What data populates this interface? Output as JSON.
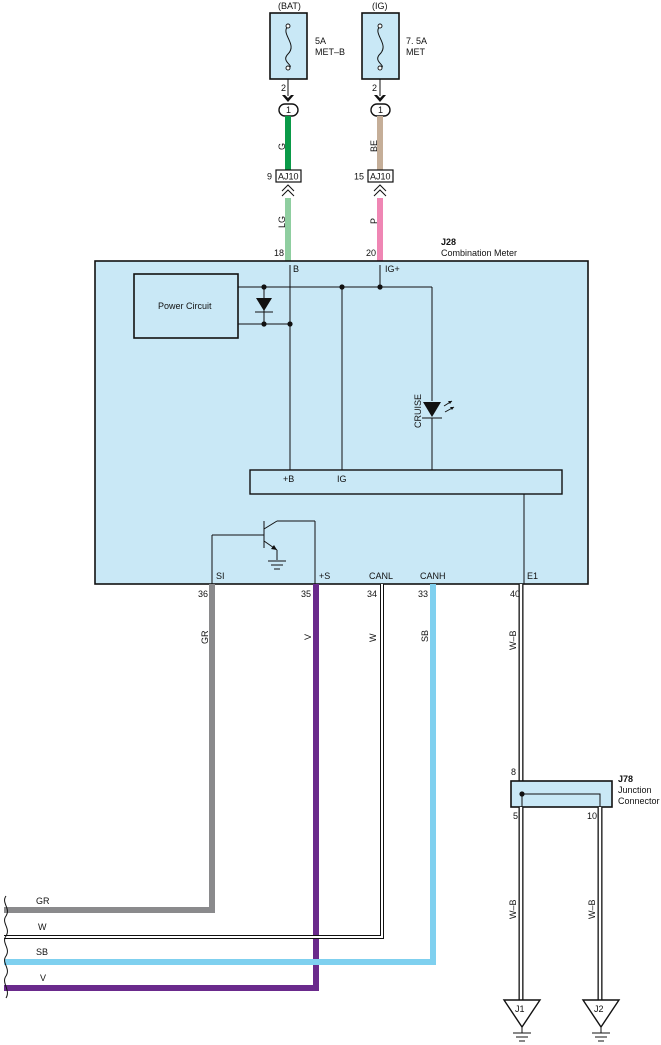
{
  "fuses": [
    {
      "source": "(BAT)",
      "rating": "5A",
      "name": "MET–B",
      "pin": "2",
      "conn_pin": "1"
    },
    {
      "source": "(IG)",
      "rating": "7. 5A",
      "name": "MET",
      "pin": "2",
      "conn_pin": "1"
    }
  ],
  "upper_wires": [
    {
      "color_code": "G",
      "color": "#0a9a48"
    },
    {
      "color_code": "BE",
      "color": "#c5ae98"
    }
  ],
  "junction_aj10": {
    "label": "AJ10",
    "left_pin": "9",
    "right_pin": "15"
  },
  "meter_wires": [
    {
      "color_code": "LG",
      "color": "#8fcea0",
      "pin": "18",
      "terminal": "B"
    },
    {
      "color_code": "P",
      "color": "#ef86b4",
      "pin": "20",
      "terminal": "IG+"
    }
  ],
  "meter": {
    "id": "J28",
    "name": "Combination Meter",
    "power_circuit": "Power Circuit",
    "indicator": "CRUISE",
    "ic_plus_b": "+B",
    "ic_ig": "IG",
    "fill_color": "#c9e8f6"
  },
  "bottom_terminals": [
    {
      "terminal": "SI",
      "pin": "36",
      "color_code": "GR",
      "color": "#8a8a8c"
    },
    {
      "terminal": "+S",
      "pin": "35",
      "color_code": "V",
      "color": "#6a2a8c"
    },
    {
      "terminal": "CANL",
      "pin": "34",
      "color_code": "W",
      "color": "#ffffff"
    },
    {
      "terminal": "CANH",
      "pin": "33",
      "color_code": "SB",
      "color": "#7fd0ef"
    },
    {
      "terminal": "E1",
      "pin": "40",
      "color_code": "W–B",
      "color": "#ffffff"
    }
  ],
  "junction_j78": {
    "id": "J78",
    "name_line1": "Junction",
    "name_line2": "Connector",
    "pin_in": "8",
    "pin_out_left": "5",
    "pin_out_right": "10"
  },
  "ground_wires": [
    {
      "color_code": "W–B"
    },
    {
      "color_code": "W–B"
    }
  ],
  "grounds": [
    {
      "label": "J1"
    },
    {
      "label": "J2"
    }
  ],
  "left_wire_labels": [
    "GR",
    "W",
    "SB",
    "V"
  ]
}
